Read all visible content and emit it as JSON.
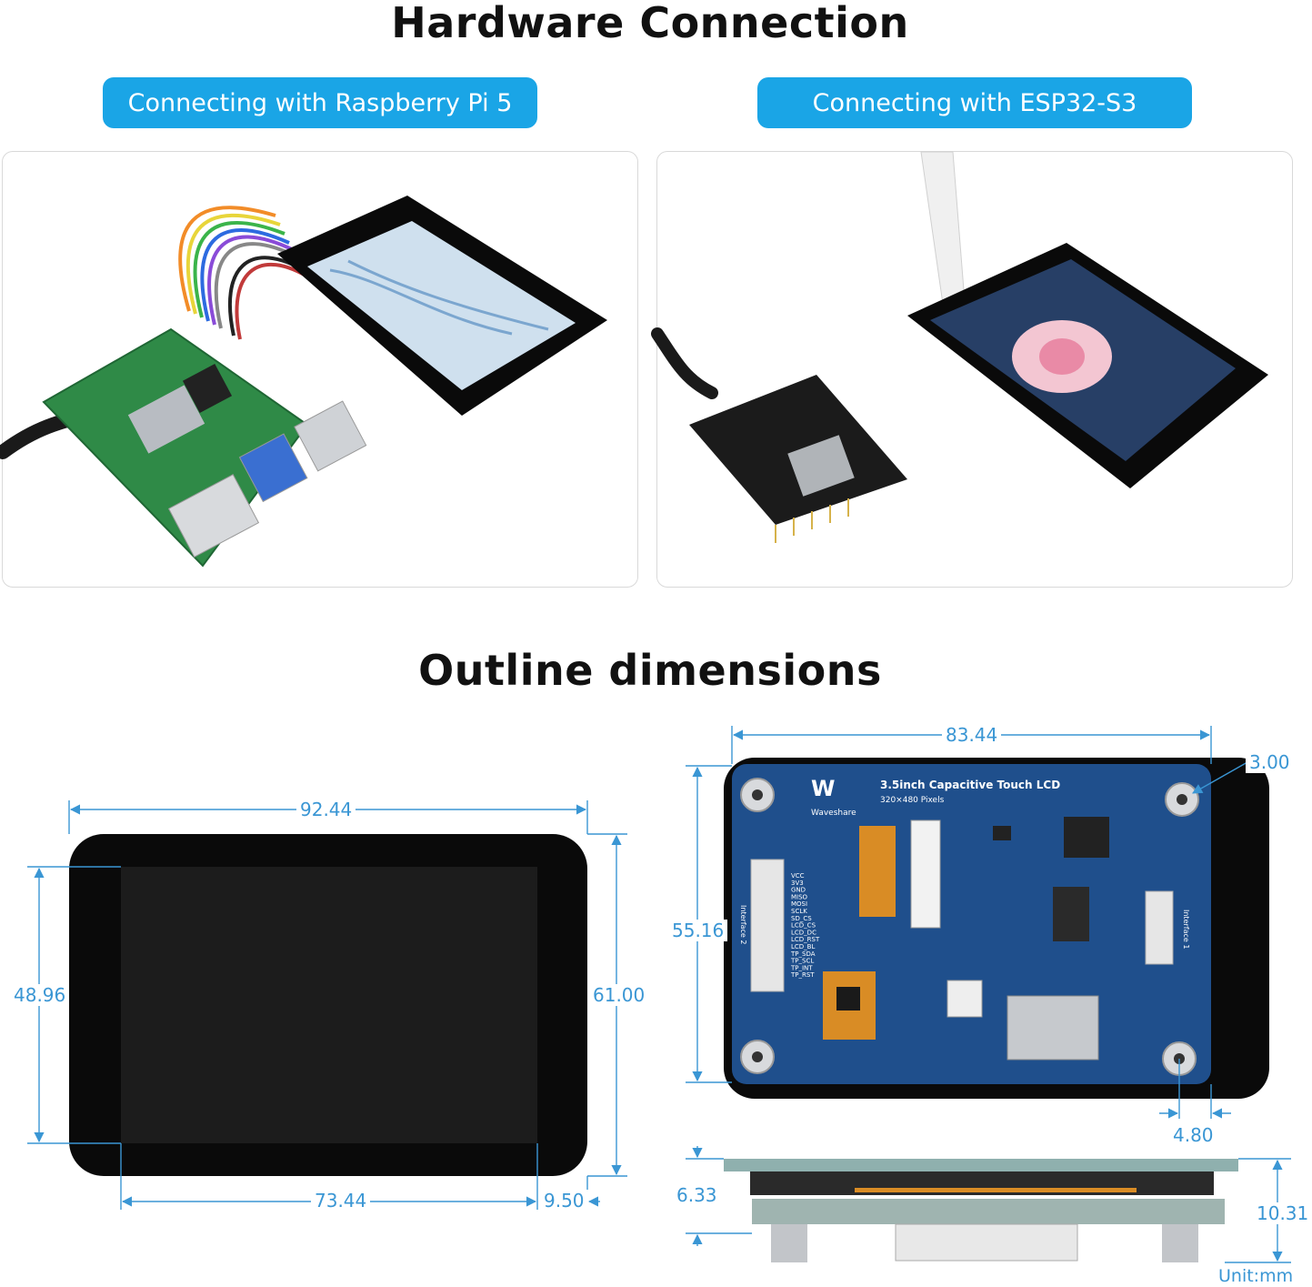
{
  "titles": {
    "hardware": "Hardware Connection",
    "outline": "Outline dimensions"
  },
  "pills": {
    "left": "Connecting with Raspberry Pi 5",
    "right": "Connecting with ESP32-S3"
  },
  "pcb": {
    "brand": "Waveshare",
    "product": "3.5inch Capacitive Touch LCD",
    "resolution": "320×480 Pixels",
    "interface1": "Interface 1",
    "interface2": "Interface 2",
    "pins": [
      "VCC",
      "3V3",
      "GND",
      "MISO",
      "MOSI",
      "SCLK",
      "SD_CS",
      "LCD_CS",
      "LCD_DC",
      "LCD_RST",
      "LCD_BL",
      "TP_SDA",
      "TP_SCL",
      "TP_INT",
      "TP_RST"
    ]
  },
  "dimensions": {
    "front_width": "92.44",
    "front_height": "61.00",
    "active_width": "73.44",
    "active_height": "48.96",
    "bezel_right": "9.50",
    "back_width": "83.44",
    "back_height": "55.16",
    "hole_diameter": "3.00",
    "hole_offset": "4.80",
    "side_thin": "6.33",
    "side_total": "10.31",
    "unit": "Unit:mm"
  },
  "colors": {
    "accent": "#1aa5e6",
    "dimension": "#3a96d4",
    "pcb_blue": "#1f4f8c",
    "bezel": "#0a0a0a"
  }
}
